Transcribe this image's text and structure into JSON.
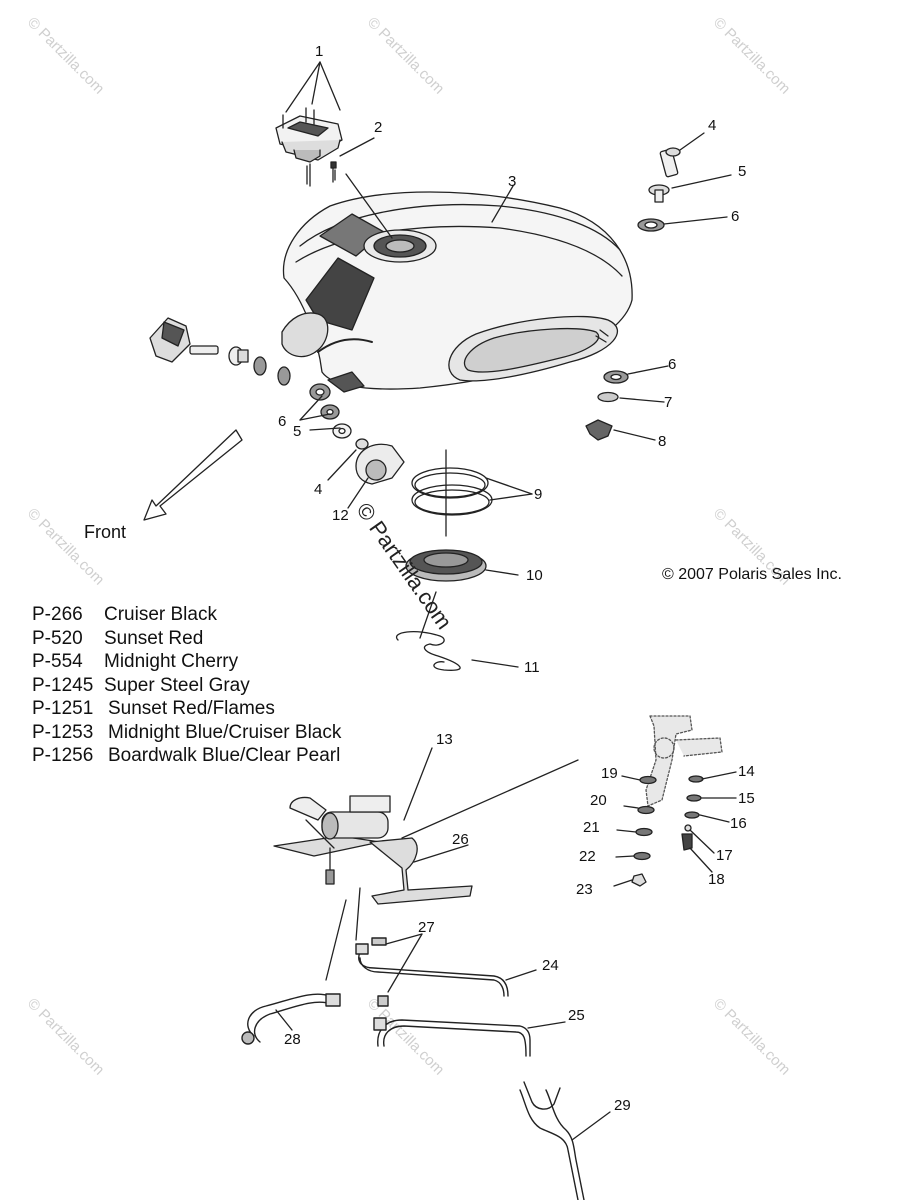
{
  "watermark": "© Partzilla.com",
  "front_label": "Front",
  "copyright": "© 2007 Polaris Sales Inc.",
  "legend": [
    {
      "code": "P-266",
      "name": "Cruiser Black"
    },
    {
      "code": "P-520",
      "name": "Sunset Red"
    },
    {
      "code": "P-554",
      "name": "Midnight Cherry"
    },
    {
      "code": "P-1245",
      "name": "Super Steel Gray"
    },
    {
      "code": "P-1251",
      "name": "Sunset Red/Flames"
    },
    {
      "code": "P-1253",
      "name": "Midnight Blue/Cruiser Black"
    },
    {
      "code": "P-1256",
      "name": "Boardwalk Blue/Clear Pearl"
    }
  ],
  "callouts": [
    {
      "id": "c1",
      "label": "1"
    },
    {
      "id": "c2",
      "label": "2"
    },
    {
      "id": "c3",
      "label": "3"
    },
    {
      "id": "c4a",
      "label": "4"
    },
    {
      "id": "c5a",
      "label": "5"
    },
    {
      "id": "c6a",
      "label": "6"
    },
    {
      "id": "c6b",
      "label": "6"
    },
    {
      "id": "c7",
      "label": "7"
    },
    {
      "id": "c8",
      "label": "8"
    },
    {
      "id": "c6c",
      "label": "6"
    },
    {
      "id": "c5b",
      "label": "5"
    },
    {
      "id": "c4b",
      "label": "4"
    },
    {
      "id": "c12",
      "label": "12"
    },
    {
      "id": "c9",
      "label": "9"
    },
    {
      "id": "c10",
      "label": "10"
    },
    {
      "id": "c11",
      "label": "11"
    },
    {
      "id": "c13",
      "label": "13"
    },
    {
      "id": "c14",
      "label": "14"
    },
    {
      "id": "c15",
      "label": "15"
    },
    {
      "id": "c16",
      "label": "16"
    },
    {
      "id": "c17",
      "label": "17"
    },
    {
      "id": "c18",
      "label": "18"
    },
    {
      "id": "c19",
      "label": "19"
    },
    {
      "id": "c20",
      "label": "20"
    },
    {
      "id": "c21",
      "label": "21"
    },
    {
      "id": "c22",
      "label": "22"
    },
    {
      "id": "c23",
      "label": "23"
    },
    {
      "id": "c26",
      "label": "26"
    },
    {
      "id": "c27",
      "label": "27"
    },
    {
      "id": "c24",
      "label": "24"
    },
    {
      "id": "c25",
      "label": "25"
    },
    {
      "id": "c28",
      "label": "28"
    },
    {
      "id": "c29",
      "label": "29"
    }
  ]
}
